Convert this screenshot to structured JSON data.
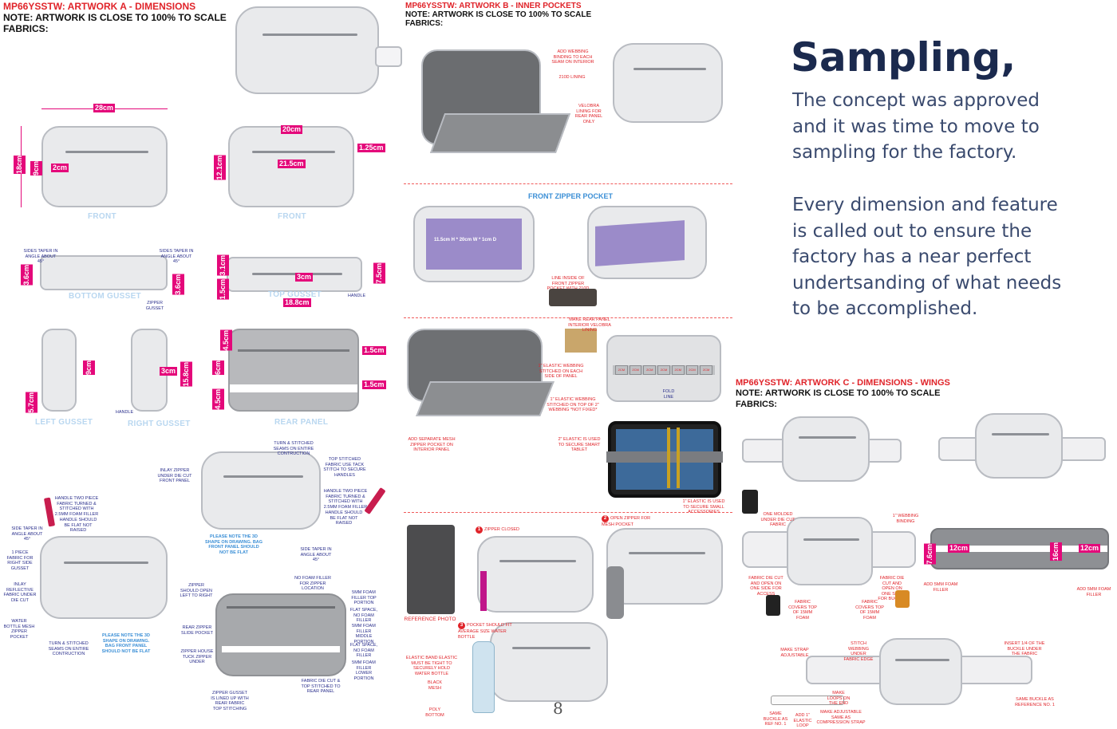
{
  "artwork_a": {
    "title": "MP66YSSTW: ARTWORK A - DIMENSIONS",
    "note": "NOTE: ARTWORK IS CLOSE TO 100% TO SCALE",
    "fabrics": "FABRICS:",
    "captions": {
      "front": "FRONT",
      "bottom_gusset": "BOTTOM GUSSET",
      "top_gusset": "TOP GUSSET",
      "left_gusset": "LEFT GUSSET",
      "right_gusset": "RIGHT GUSSET",
      "rear_panel": "REAR PANEL"
    },
    "dims": {
      "w28": "28cm",
      "h18": "18cm",
      "h9": "9cm",
      "d2": "2cm",
      "w20": "20cm",
      "h12": "12.1cm",
      "w21": "21.5cm",
      "d125": "1.25cm",
      "g36a": "3.6cm",
      "g36b": "3.6cm",
      "t31": "3.1cm",
      "t15": "1.5cm",
      "t3": "3cm",
      "t188": "18.8cm",
      "t75": "7.5cm",
      "l9": "9cm",
      "l57": "5.7cm",
      "r3": "3cm",
      "r158": "15.8cm",
      "p45a": "4.5cm",
      "p6": "6cm",
      "p45b": "4.5cm",
      "p15a": "1.5cm",
      "p15b": "1.5cm"
    },
    "notes": {
      "side_taper_l": "SIDES TAPER IN ANGLE ABOUT 45°",
      "side_taper_r": "SIDES TAPER IN ANGLE ABOUT 45°",
      "zipper_gusset": "ZIPPER GUSSET",
      "handle": "HANDLE",
      "handle2": "HANDLE",
      "turn_stitched": "TURN & STITCHED SEAMS ON ENTIRE CONTRUCTION",
      "top_stitched": "TOP STITCHED FABRIC USE TACK STITCH TO SECURE HANDLES",
      "inlay_zipper": "INLAY ZIPPER UNDER DIE CUT FRONT PANEL",
      "handle_two": "HANDLE TWO PIECE FABRIC TURNED & STITCHED WITH 2.5MM FOAM FILLER",
      "handle_flat": "HANDLE SHOULD BE FLAT NOT RAISED",
      "note_3d": "PLEASE NOTE THE 3D SHAPE ON DRAWING. BAG FRONT PANEL SHOULD NOT BE FLAT",
      "side_taper_angle": "SIDE TAPER IN ANGLE ABOUT 45°",
      "handle_two_l": "HANDLE TWO PIECE FABRIC TURNED & STITCHED WITH 2.5MM FOAM FILLER",
      "handle_flat_l": "HANDLE SHOULD BE FLAT NOT RAISED",
      "side_taper_l2": "SIDE TAPER IN ANGLE ABOUT 45°",
      "one_piece": "1 PIECE FABRIC FOR RIGHT SIDE GUSSET",
      "inlay_reflective": "INLAY REFLECTIVE FABRIC UNDER DIE CUT",
      "water_bottle": "WATER BOTTLE MESH ZIPPER POCKET",
      "turn_stitched2": "TURN & STITCHED SEAMS ON ENTIRE CONTRUCTION",
      "note_3d_2": "PLEASE NOTE THE 3D SHAPE ON DRAWING. BAG FRONT PANEL SHOULD NOT BE FLAT",
      "zipper_open": "ZIPPER SHOULD OPEN LEFT TO RIGHT",
      "no_foam": "NO FOAM FILLER FOR ZIPPER LOCATION",
      "foam_top": "5MM FOAM FILLER TOP PORTION",
      "flat_space1": "FLAT SPACE, NO FOAM FILLER",
      "foam_mid": "5MM FOAM FILLER MIDDLE PORTION",
      "flat_space2": "FLAT SPACE, NO FOAM FILLER",
      "foam_low": "5MM FOAM FILLER LOWER PORTION",
      "rear_slide": "REAR ZIPPER SLIDE POCKET",
      "zipper_house": "ZIPPER HOUSE TUCK ZIPPER UNDER",
      "die_cut": "FABRIC DIE CUT & TOP STITCHED TO REAR PANEL",
      "zipper_gusset_lined": "ZIPPER GUSSET IS LINED UP WITH REAR FABRIC TOP STITCHING"
    }
  },
  "artwork_b": {
    "title": "MP66YSSTW: ARTWORK B - INNER POCKETS",
    "note": "NOTE: ARTWORK IS CLOSE TO 100% TO SCALE",
    "fabrics": "FABRICS:",
    "front_zipper_pocket": "FRONT ZIPPER POCKET",
    "pocket_dims": "11.5cm H * 20cm W * 1cm D",
    "notes": {
      "webbing_binding": "ADD WEBBING BINDING TO EACH SEAM ON INTERIOR",
      "lining": "210D LINING",
      "velobra": "VELOBRA LINING FOR REAR PANEL ONLY",
      "line_pocket": "LINE INSIDE OF FRONT ZIPPER POCKET WITH 210D LINING",
      "rear_panel": "MAKE REAR PANEL INTERIOR VELOBRA LINING",
      "elastic_webbing": "1\" ELASTIC WEBBING STITCHED ON EACH SIDE OF PANEL",
      "elastic_top": "1\" ELASTIC WEBBING STITCHED ON TOP OF 2\" WEBBING *NOT FIXED*",
      "mesh_pocket": "ADD SEPARATE MESH ZIPPER POCKET ON INTERIOR PANEL",
      "fold_line": "FOLD LINE",
      "elastic_tablet": "2\" ELASTIC IS USED TO SECURE SMART TABLET",
      "elastic_small": "1\" ELASTIC IS USED TO SECURE SMALL ACCESSORIES",
      "zipper_closed": "ZIPPER CLOSED",
      "open_zipper": "OPEN ZIPPER FOR MESH POCKET",
      "pocket_fit": "POCKET SHOULD FIT AVERAGE SIZE WATER BOTTLE",
      "reference_photo": "REFERENCE PHOTO",
      "elastic_band": "ELASTIC BAND ELASTIC MUST BE TIGHT TO SECURELY HOLD WATER BOTTLE",
      "black_mesh": "BLACK MESH",
      "poly_bottom": "POLY BOTTOM"
    },
    "step1": "1",
    "step2": "2",
    "step3": "3",
    "loops": [
      "2CM",
      "2CM",
      "2CM",
      "2CM",
      "2CM",
      "2CM",
      "2CM"
    ]
  },
  "artwork_c": {
    "title": "MP66YSSTW: ARTWORK C - DIMENSIONS - WINGS",
    "note": "NOTE: ARTWORK IS CLOSE TO 100% TO SCALE",
    "fabrics": "FABRICS:",
    "dims": {
      "c12a": "12cm",
      "c12b": "12cm",
      "c76": "7.6cm",
      "c16": "16cm"
    },
    "notes": {
      "one_molded": "ONE MOLDED UNDER DIE CUT FABRIC",
      "webbing_binding": "1\" WEBBING BINDING",
      "fabric_die": "FABRIC DIE CUT AND OPEN ON ONE SIDE FOR ACCESS",
      "fabric_die2": "FABRIC DIE CUT AND OPEN ON ONE SIDE FOR BUCKLE",
      "fabric_covers": "FABRIC COVERS TOP OF 15MM FOAM",
      "fabric_covers2": "FABRIC COVERS TOP OF 15MM FOAM",
      "foam_filler": "ADD 5MM FOAM FILLER",
      "foam_filler2": "ADD 5MM FOAM FILLER",
      "strap_adj": "MAKE STRAP ADJUSTABLE",
      "stitch_webbing": "STITCH WEBBING UNDER FABRIC EDGE",
      "insert_buckle": "INSERT 1/4 OF THE BUCKLE UNDER THE FABRIC",
      "make_loops": "MAKE LOOPS ON THE END",
      "same_buckle": "SAME BUCKLE AS REF NO. 1",
      "add_elastic": "ADD 1\" ELASTIC LOOP",
      "adjustable": "MAKE ADJUSTABLE SAME AS COMPRESSION STRAP",
      "same_buckle2": "SAME BUCKLE AS REFERENCE NO. 1"
    }
  },
  "sampling": {
    "title": "Sampling,",
    "para1": "The concept was approved and it was time to move to sampling for the factory.",
    "para2": "Every dimension and feature is called out to ensure the factory has a near perfect undertsanding of what needs to be accomplished."
  },
  "page_number": "8",
  "colors": {
    "accent_magenta": "#e4087a",
    "header_red": "#e0242a",
    "navy": "#1b2a4e",
    "pocket_purple": "#9b8bc9"
  }
}
